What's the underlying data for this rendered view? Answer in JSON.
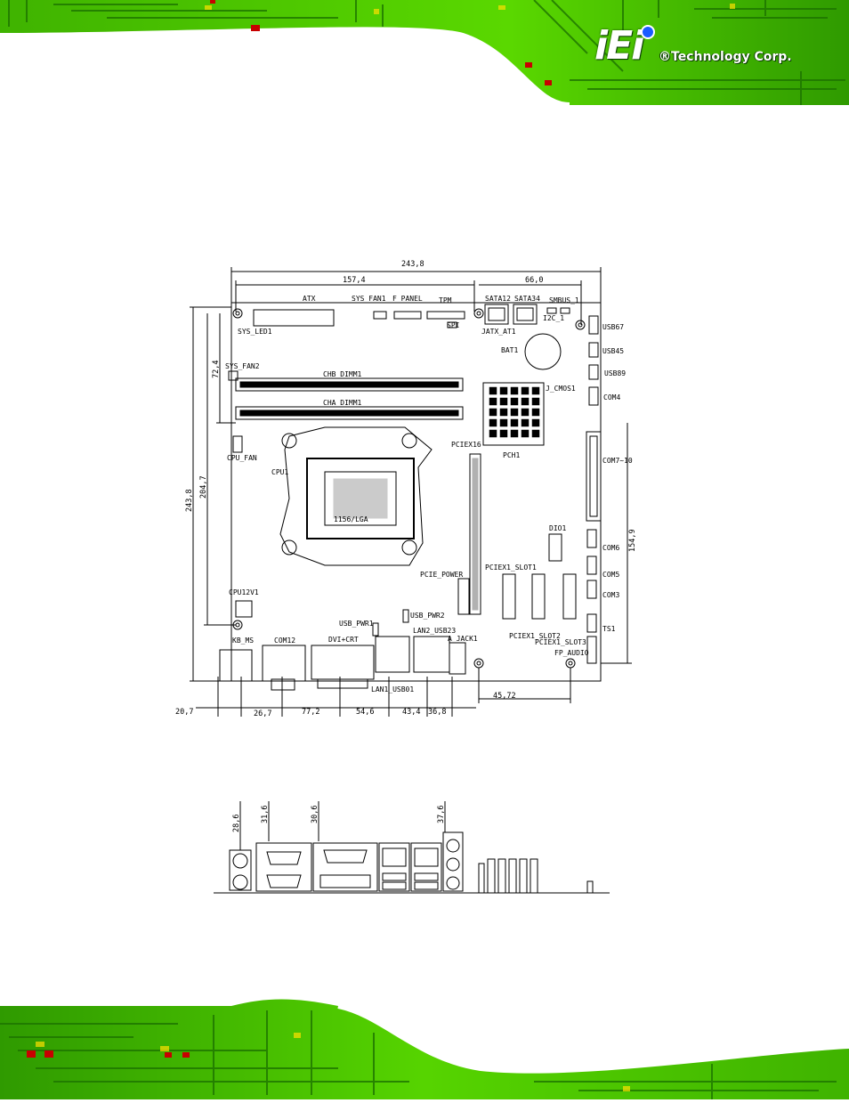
{
  "header": {
    "logo_mark": "iEi",
    "company": "®Technology Corp."
  },
  "board_drawing": {
    "dimensions": {
      "total_width": "243,8",
      "left_span": "157,4",
      "right_span": "66,0",
      "total_height": "243,8",
      "inner_height": "204,7",
      "top_offset": "72,4",
      "right_height": "154,9",
      "pch_offset": "45,72",
      "bottom": [
        "20,7",
        "26,7",
        "77,2",
        "54,6",
        "43,4",
        "36,8"
      ]
    },
    "labels": {
      "atx": "ATX",
      "sys_fan1": "SYS_FAN1",
      "f_panel": "F_PANEL",
      "tpm": "TPM",
      "sata12": "SATA12",
      "sata34": "SATA34",
      "smbus": "SMBUS_1",
      "i2c": "I2C_1",
      "jatx_at": "JATX_AT1",
      "spi": "SPI",
      "sys_led": "SYS_LED1",
      "bat": "BAT1",
      "sys_fan2": "SYS_FAN2",
      "chb_dimm": "CHB_DIMM1",
      "cha_dimm": "CHA_DIMM1",
      "j_cmos": "J_CMOS1",
      "usb67": "USB67",
      "usb45": "USB45",
      "usb89": "USB89",
      "com4": "COM4",
      "pciex16": "PCIEX16",
      "pch": "PCH1",
      "cpu_fan": "CPU_FAN",
      "cpu": "CPU1",
      "com7_10": "COM7~10",
      "dio": "DIO1",
      "com6": "COM6",
      "com5": "COM5",
      "com3": "COM3",
      "pcie_power": "PCIE_POWER",
      "pciex1_slot1": "PCIEX1_SLOT1",
      "cpu12v": "CPU12V1",
      "usb_pwr1": "USB_PWR1",
      "usb_pwr2": "USB_PWR2",
      "lan2_usb23": "LAN2_USB23",
      "pciex1_slot2": "PCIEX1_SLOT2",
      "pciex1_slot3": "PCIEX1_SLOT3",
      "ts1": "TS1",
      "kb_ms": "KB_MS",
      "com12": "COM12",
      "dvi_crt": "DVI+CRT",
      "a_jack": "A_JACK1",
      "fp_audio": "FP_AUDIO",
      "lan1_usb01": "LAN1_USB01",
      "cpu_mark": "1156/LGA"
    }
  },
  "io_drawing": {
    "dimensions": [
      "28,6",
      "31,6",
      "30,6",
      "37,6"
    ]
  },
  "colors": {
    "pcb_green": "#56d400",
    "pcb_dark": "#1a6b00",
    "line": "#000000"
  }
}
